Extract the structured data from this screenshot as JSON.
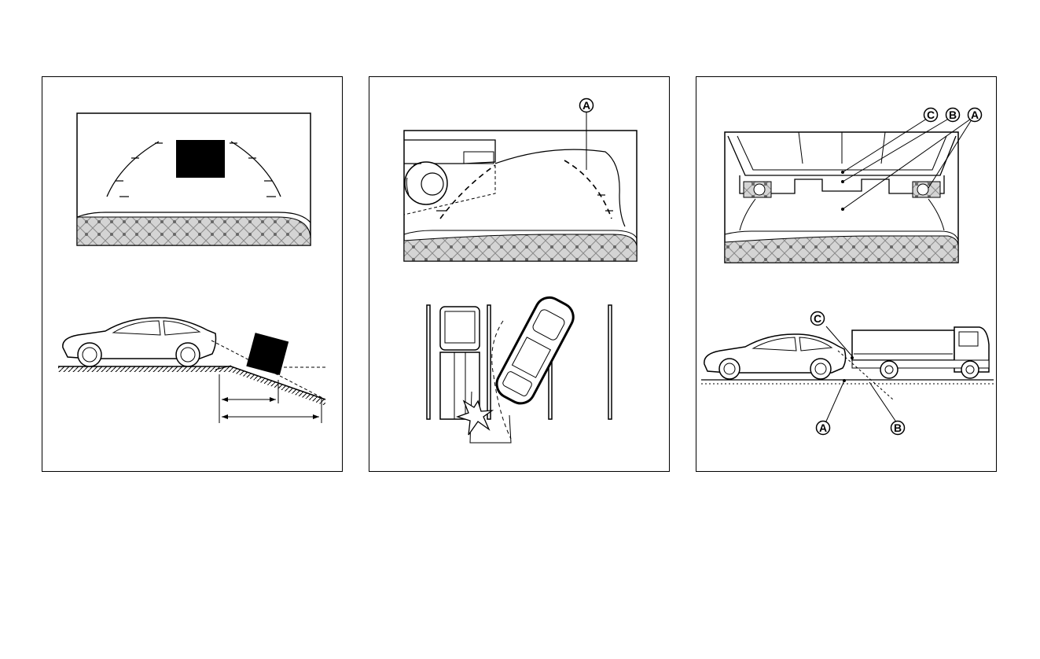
{
  "colors": {
    "ink": "#000000",
    "paper": "#ffffff",
    "screen_band": "#c8c8c8"
  },
  "panels": [
    {
      "name": "slope-illustration",
      "labels": []
    },
    {
      "name": "turning-illustration",
      "labels": [
        "A"
      ]
    },
    {
      "name": "truck-illustration",
      "labels": [
        "C",
        "B",
        "A"
      ]
    }
  ],
  "callouts": {
    "a": "A",
    "b": "B",
    "c": "C"
  }
}
